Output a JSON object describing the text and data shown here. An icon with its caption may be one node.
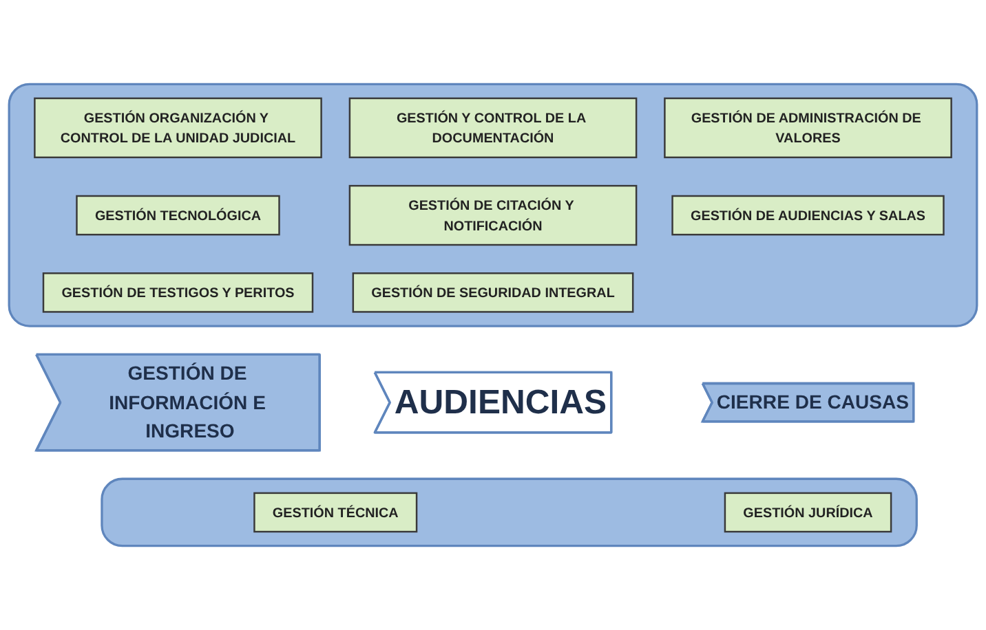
{
  "diagram": {
    "nodes": [
      {
        "text": [],
        "shape": "box"
      },
      {
        "text": [
          "GESTIÓN ORGANIZACIÓN Y CONTROL DE LA UNIDAD JUDICIAL"
        ],
        "in": 0
      },
      {
        "text": [
          "GESTIÓN Y CONTROL DE LA DOCUMENTACIÓN"
        ],
        "in": 0
      },
      {
        "text": [
          "GESTIÓN DE ADMINISTRACIÓN DE VALORES"
        ],
        "in": 0
      },
      {
        "text": [
          "GESTIÓN TECNOLÓGICA"
        ],
        "in": 0
      },
      {
        "text": [
          "GESTIÓN DE CITACIÓN Y NOTIFICACIÓN"
        ],
        "in": 0
      },
      {
        "text": [
          "GESTIÓN DE AUDIENCIAS Y SALAS"
        ],
        "in": 0
      },
      {
        "text": [
          "GESTIÓN DE TESTIGOS Y PERITOS"
        ],
        "in": 0
      },
      {
        "text": [
          "GESTIÓN DE SEGURIDAD INTEGRAL"
        ],
        "in": 0
      },
      {
        "text": [
          "GESTIÓN DE INFORMACIÓN E INGRESO"
        ]
      },
      {
        "text": [
          "AUDIENCIAS"
        ]
      },
      {
        "text": [
          "CIERRE DE CAUSAS"
        ]
      },
      {
        "text": [],
        "shape": "box"
      },
      {
        "text": [
          "GESTIÓN TÉCNICA"
        ],
        "in": 12
      },
      {
        "text": [
          "GESTIÓN JURÍDICA"
        ],
        "in": 12
      }
    ]
  }
}
